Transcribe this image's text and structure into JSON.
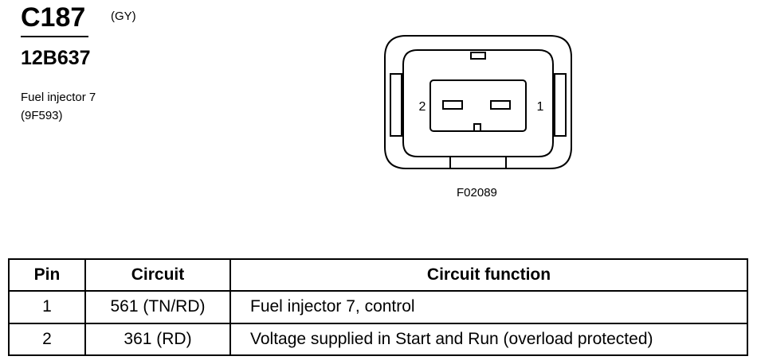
{
  "header": {
    "connector_id": "C187",
    "connector_color": "(GY)",
    "part_number": "12B637",
    "component_name": "Fuel injector 7",
    "component_code": "(9F593)"
  },
  "diagram": {
    "pin_left_label": "2",
    "pin_right_label": "1",
    "figure_code": "F02089"
  },
  "table": {
    "headers": [
      "Pin",
      "Circuit",
      "Circuit function"
    ],
    "rows": [
      {
        "pin": "1",
        "circuit": "561 (TN/RD)",
        "function": "Fuel injector 7, control"
      },
      {
        "pin": "2",
        "circuit": "361 (RD)",
        "function": "Voltage supplied in Start and Run (overload protected)"
      }
    ]
  }
}
